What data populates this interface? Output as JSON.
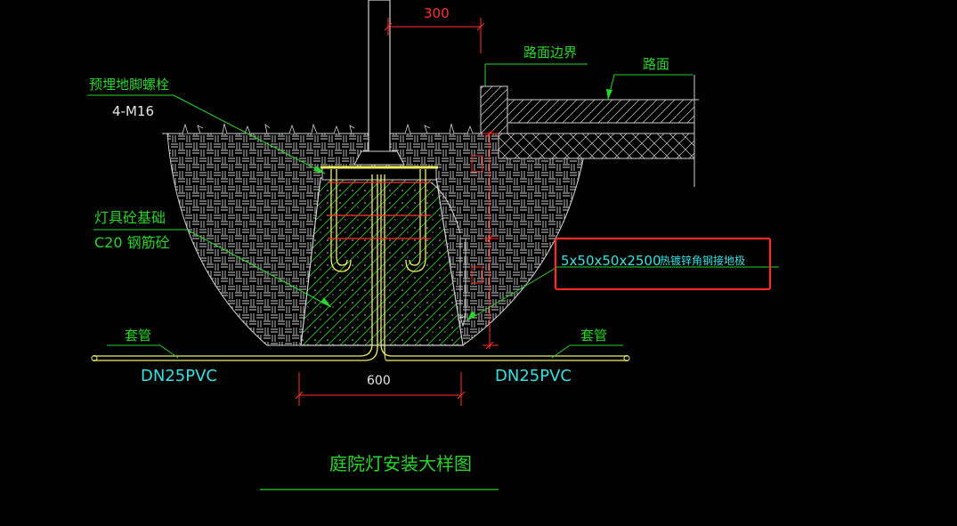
{
  "drawing": {
    "title": "庭院灯安装大样图",
    "labels": {
      "anchor_bolt": "预埋地脚螺栓",
      "anchor_bolt_spec": "4-M16",
      "foundation": "灯具砼基础",
      "foundation_spec": "C20 钢筋砼",
      "road_boundary": "路面边界",
      "road_surface": "路面",
      "sleeve_left": "套管",
      "sleeve_left_spec": "DN25PVC",
      "sleeve_right": "套管",
      "sleeve_right_spec": "DN25PVC",
      "grounding_size": "5x50x50x2500",
      "grounding_desc": "热镀锌角钢接地极"
    },
    "dimensions": {
      "top_width": "300",
      "base_width": "600",
      "vertical_top": "",
      "vertical_bottom": ""
    }
  },
  "colors": {
    "background": "#000000",
    "leader_green": "#2bd42b",
    "dimension_red": "#ff3030",
    "hatch_white": "#d0d0d0",
    "pipe_yellow": "#f0f060",
    "highlight_box": "#ff2a2a",
    "text_cyan": "#35e0e0"
  }
}
